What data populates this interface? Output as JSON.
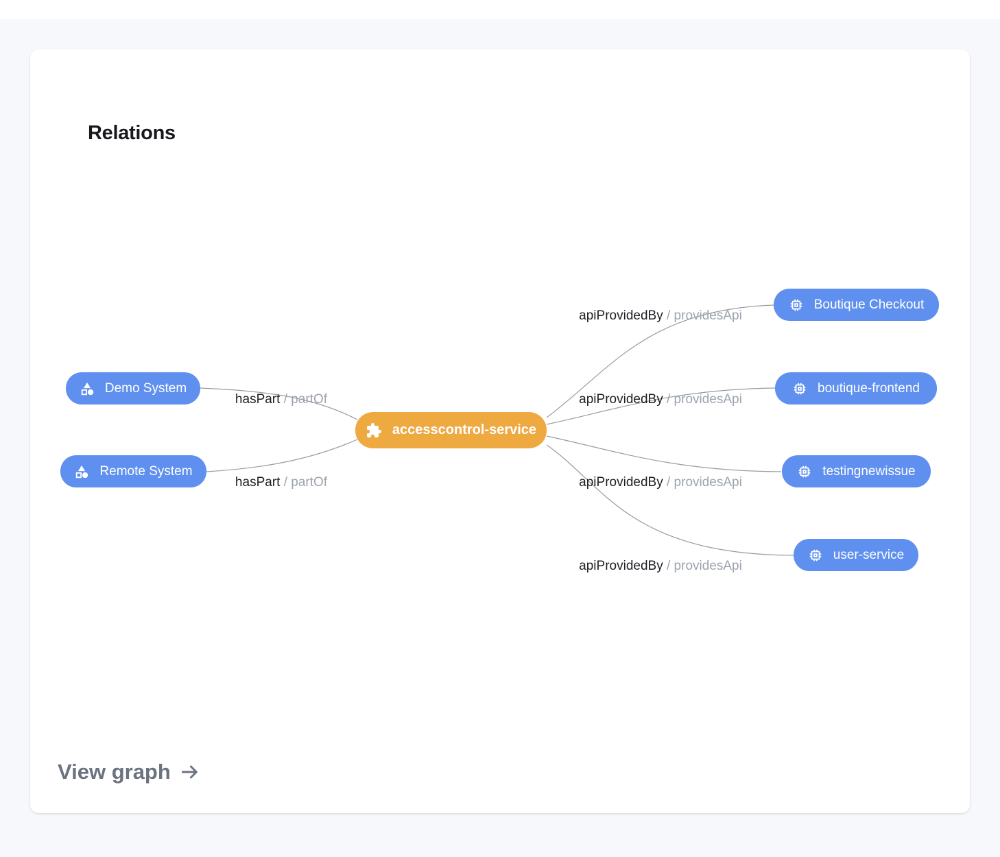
{
  "page": {
    "title": "Relations",
    "view_graph_label": "View graph"
  },
  "colors": {
    "node_blue": "#6090EF",
    "node_orange": "#EFA941",
    "edge_line": "#76797E",
    "edge_label_primary": "#1C1F23",
    "edge_label_secondary": "#9CA3AF",
    "card_background": "#FFFFFF",
    "page_background": "#F7F8FB",
    "view_graph_gray": "#6B7280"
  },
  "graph": {
    "center": {
      "label": "accesscontrol-service",
      "icon": "puzzle-icon"
    },
    "sources": [
      {
        "label": "Demo System",
        "icon": "category-icon"
      },
      {
        "label": "Remote System",
        "icon": "category-icon"
      }
    ],
    "targets": [
      {
        "label": "Boutique Checkout",
        "icon": "chip-icon"
      },
      {
        "label": "boutique-frontend",
        "icon": "chip-icon"
      },
      {
        "label": "testingnewissue",
        "icon": "chip-icon"
      },
      {
        "label": "user-service",
        "icon": "chip-icon"
      }
    ],
    "edges": [
      {
        "from": "Demo System",
        "to": "accesscontrol-service",
        "primary": "hasPart",
        "sep": "/",
        "secondary": "partOf"
      },
      {
        "from": "Remote System",
        "to": "accesscontrol-service",
        "primary": "hasPart",
        "sep": "/",
        "secondary": "partOf"
      },
      {
        "from": "accesscontrol-service",
        "to": "Boutique Checkout",
        "primary": "apiProvidedBy",
        "sep": "/",
        "secondary": "providesApi"
      },
      {
        "from": "accesscontrol-service",
        "to": "boutique-frontend",
        "primary": "apiProvidedBy",
        "sep": "/",
        "secondary": "providesApi"
      },
      {
        "from": "accesscontrol-service",
        "to": "testingnewissue",
        "primary": "apiProvidedBy",
        "sep": "/",
        "secondary": "providesApi"
      },
      {
        "from": "accesscontrol-service",
        "to": "user-service",
        "primary": "apiProvidedBy",
        "sep": "/",
        "secondary": "providesApi"
      }
    ]
  }
}
